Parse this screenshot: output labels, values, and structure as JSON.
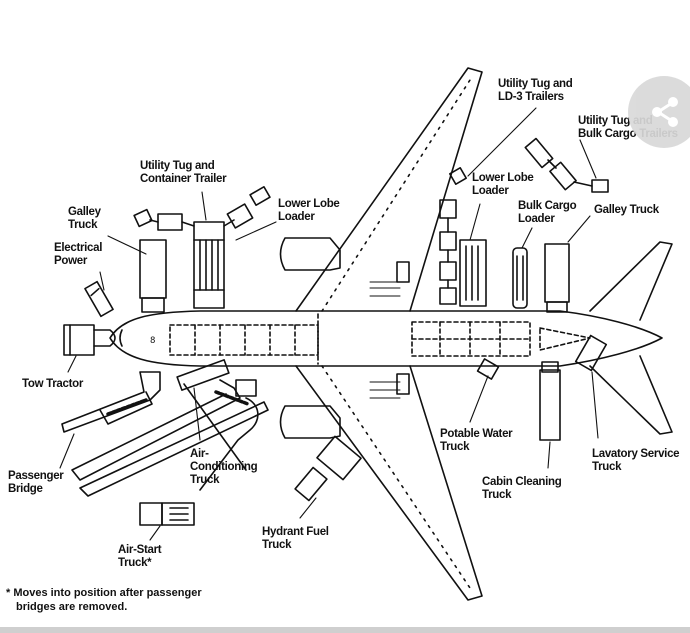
{
  "labels": {
    "utility_tug_ld3": [
      "Utility Tug and",
      "LD-3 Trailers"
    ],
    "utility_tug_bulk": [
      "Utility Tug and",
      "Bulk Cargo Trailers"
    ],
    "utility_tug_container": [
      "Utility Tug and",
      "Container Trailer"
    ],
    "galley_truck_left": [
      "Galley",
      "Truck"
    ],
    "electrical_power": [
      "Electrical",
      "Power"
    ],
    "lower_lobe_loader_left": [
      "Lower Lobe",
      "Loader"
    ],
    "lower_lobe_loader_right": [
      "Lower Lobe",
      "Loader"
    ],
    "bulk_cargo_loader": [
      "Bulk Cargo",
      "Loader"
    ],
    "galley_truck_right": [
      "Galley Truck"
    ],
    "tow_tractor": [
      "Tow Tractor"
    ],
    "potable_water_truck": [
      "Potable Water",
      "Truck"
    ],
    "lavatory_service_truck": [
      "Lavatory Service",
      "Truck"
    ],
    "passenger_bridge": [
      "Passenger",
      "Bridge"
    ],
    "air_conditioning_truck": [
      "Air-",
      "Conditioning",
      "Truck"
    ],
    "cabin_cleaning_truck": [
      "Cabin Cleaning",
      "Truck"
    ],
    "hydrant_fuel_truck": [
      "Hydrant Fuel",
      "Truck"
    ],
    "air_start_truck": [
      "Air-Start",
      "Truck*"
    ]
  },
  "footnote": [
    "* Moves into position after passenger",
    "bridges are removed."
  ],
  "colors": {
    "ink": "#111111",
    "share_bg": "#d9d9d9"
  },
  "icons": {
    "share": "share-icon"
  }
}
